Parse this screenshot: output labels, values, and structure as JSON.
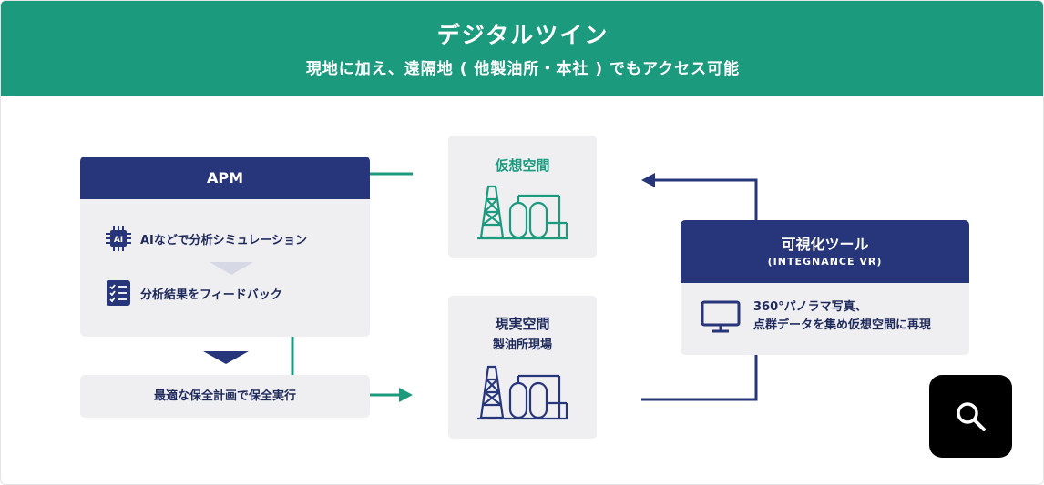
{
  "header": {
    "title": "デジタルツイン",
    "subtitle": "現地に加え、遠隔地 ( 他製油所・本社 ) でもアクセス可能"
  },
  "apm": {
    "title": "APM",
    "chip_label": "AI",
    "items": [
      {
        "label": "AIなどで分析シミュレーション",
        "icon": "ai-chip-icon"
      },
      {
        "label": "分析結果をフィードバック",
        "icon": "checklist-icon"
      }
    ]
  },
  "execution": {
    "label": "最適な保全計画で保全実行"
  },
  "virtual_space": {
    "title": "仮想空間",
    "icon": "refinery-icon",
    "color": "#1c9a7e"
  },
  "real_space": {
    "title": "現実空間",
    "subtitle": "製油所現場",
    "icon": "refinery-icon",
    "color": "#27367a"
  },
  "tool": {
    "title": "可視化ツール",
    "product": "(INTEGNANCE VR)",
    "description_line1": "360°パノラマ写真、",
    "description_line2": "点群データを集め仮想空間に再現",
    "icon": "monitor-icon"
  },
  "colors": {
    "teal": "#1c9a7e",
    "navy": "#27367a",
    "panel": "#efeff1"
  },
  "search": {
    "icon": "search-icon"
  }
}
